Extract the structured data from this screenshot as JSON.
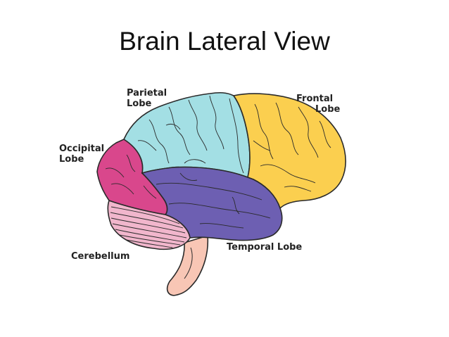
{
  "title": "Brain Lateral View",
  "labels": {
    "parietal": {
      "line1": "Parietal",
      "line2": "Lobe"
    },
    "frontal": {
      "line1": "Frontal",
      "line2": "Lobe"
    },
    "occipital": {
      "line1": "Occipital",
      "line2": "Lobe"
    },
    "cerebellum": "Cerebellum",
    "temporal": "Temporal Lobe"
  },
  "colors": {
    "frontal": "#fbcf4f",
    "parietal": "#a3dfe4",
    "occipital": "#d9478c",
    "temporal": "#6d5fb2",
    "cerebellum": "#f1b6cc",
    "brainstem": "#f8c6b5",
    "outline": "#2a2a2a"
  }
}
